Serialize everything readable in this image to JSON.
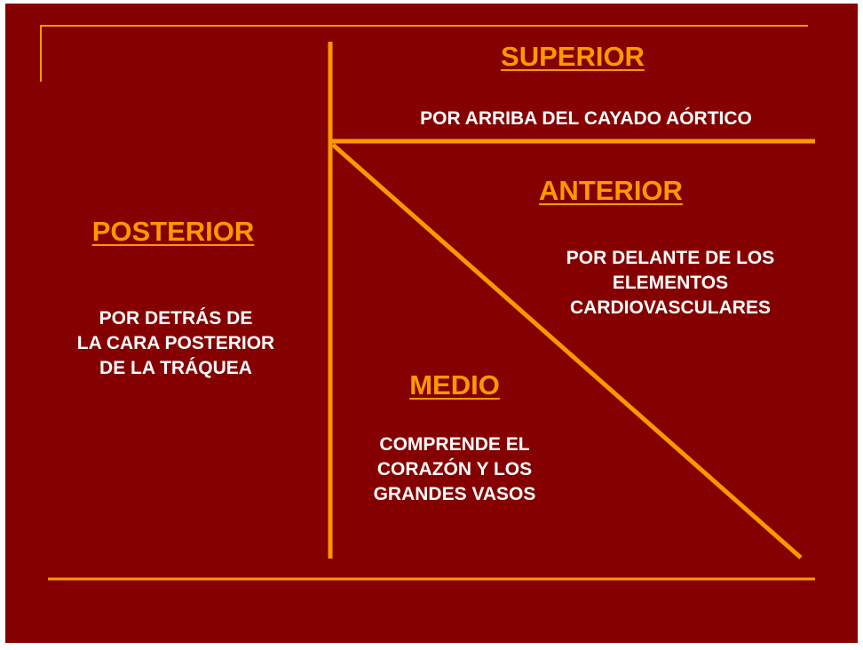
{
  "colors": {
    "background": "#850000",
    "accent": "#FF9900",
    "text": "#FFFFFF"
  },
  "superior": {
    "title": "SUPERIOR",
    "desc": "POR ARRIBA DEL CAYADO AÓRTICO"
  },
  "anterior": {
    "title": "ANTERIOR",
    "desc": "POR DELANTE DE LOS\nELEMENTOS\nCARDIOVASCULARES"
  },
  "posterior": {
    "title": "POSTERIOR",
    "desc": "POR DETRÁS DE\nLA CARA POSTERIOR\nDE LA TRÁQUEA"
  },
  "medio": {
    "title": "MEDIO",
    "desc": "COMPRENDE EL\nCORAZÓN Y LOS\nGRANDES VASOS"
  }
}
